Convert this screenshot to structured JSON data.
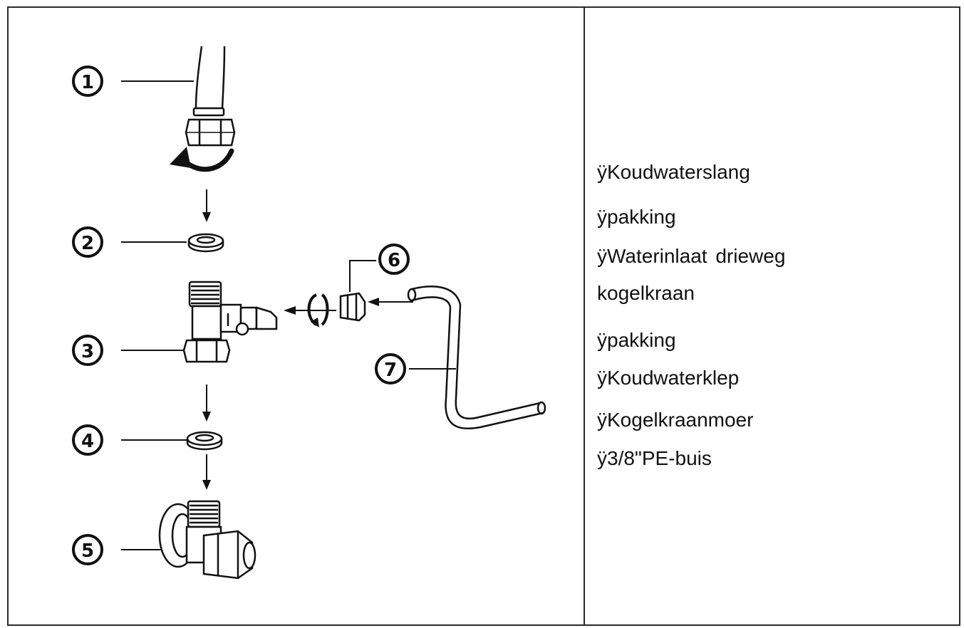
{
  "diagram": {
    "markers": [
      "①",
      "②",
      "③",
      "④",
      "⑤",
      "⑥",
      "⑦"
    ]
  },
  "legend": {
    "items": [
      "ÿKoudwaterslang",
      "ÿpakking",
      "ÿWaterinlaat  drieweg",
      "kogelkraan",
      "ÿpakking",
      "ÿKoudwaterklep",
      "ÿKogelkraanmoer",
      "ÿ3/8\"PE-buis"
    ]
  }
}
